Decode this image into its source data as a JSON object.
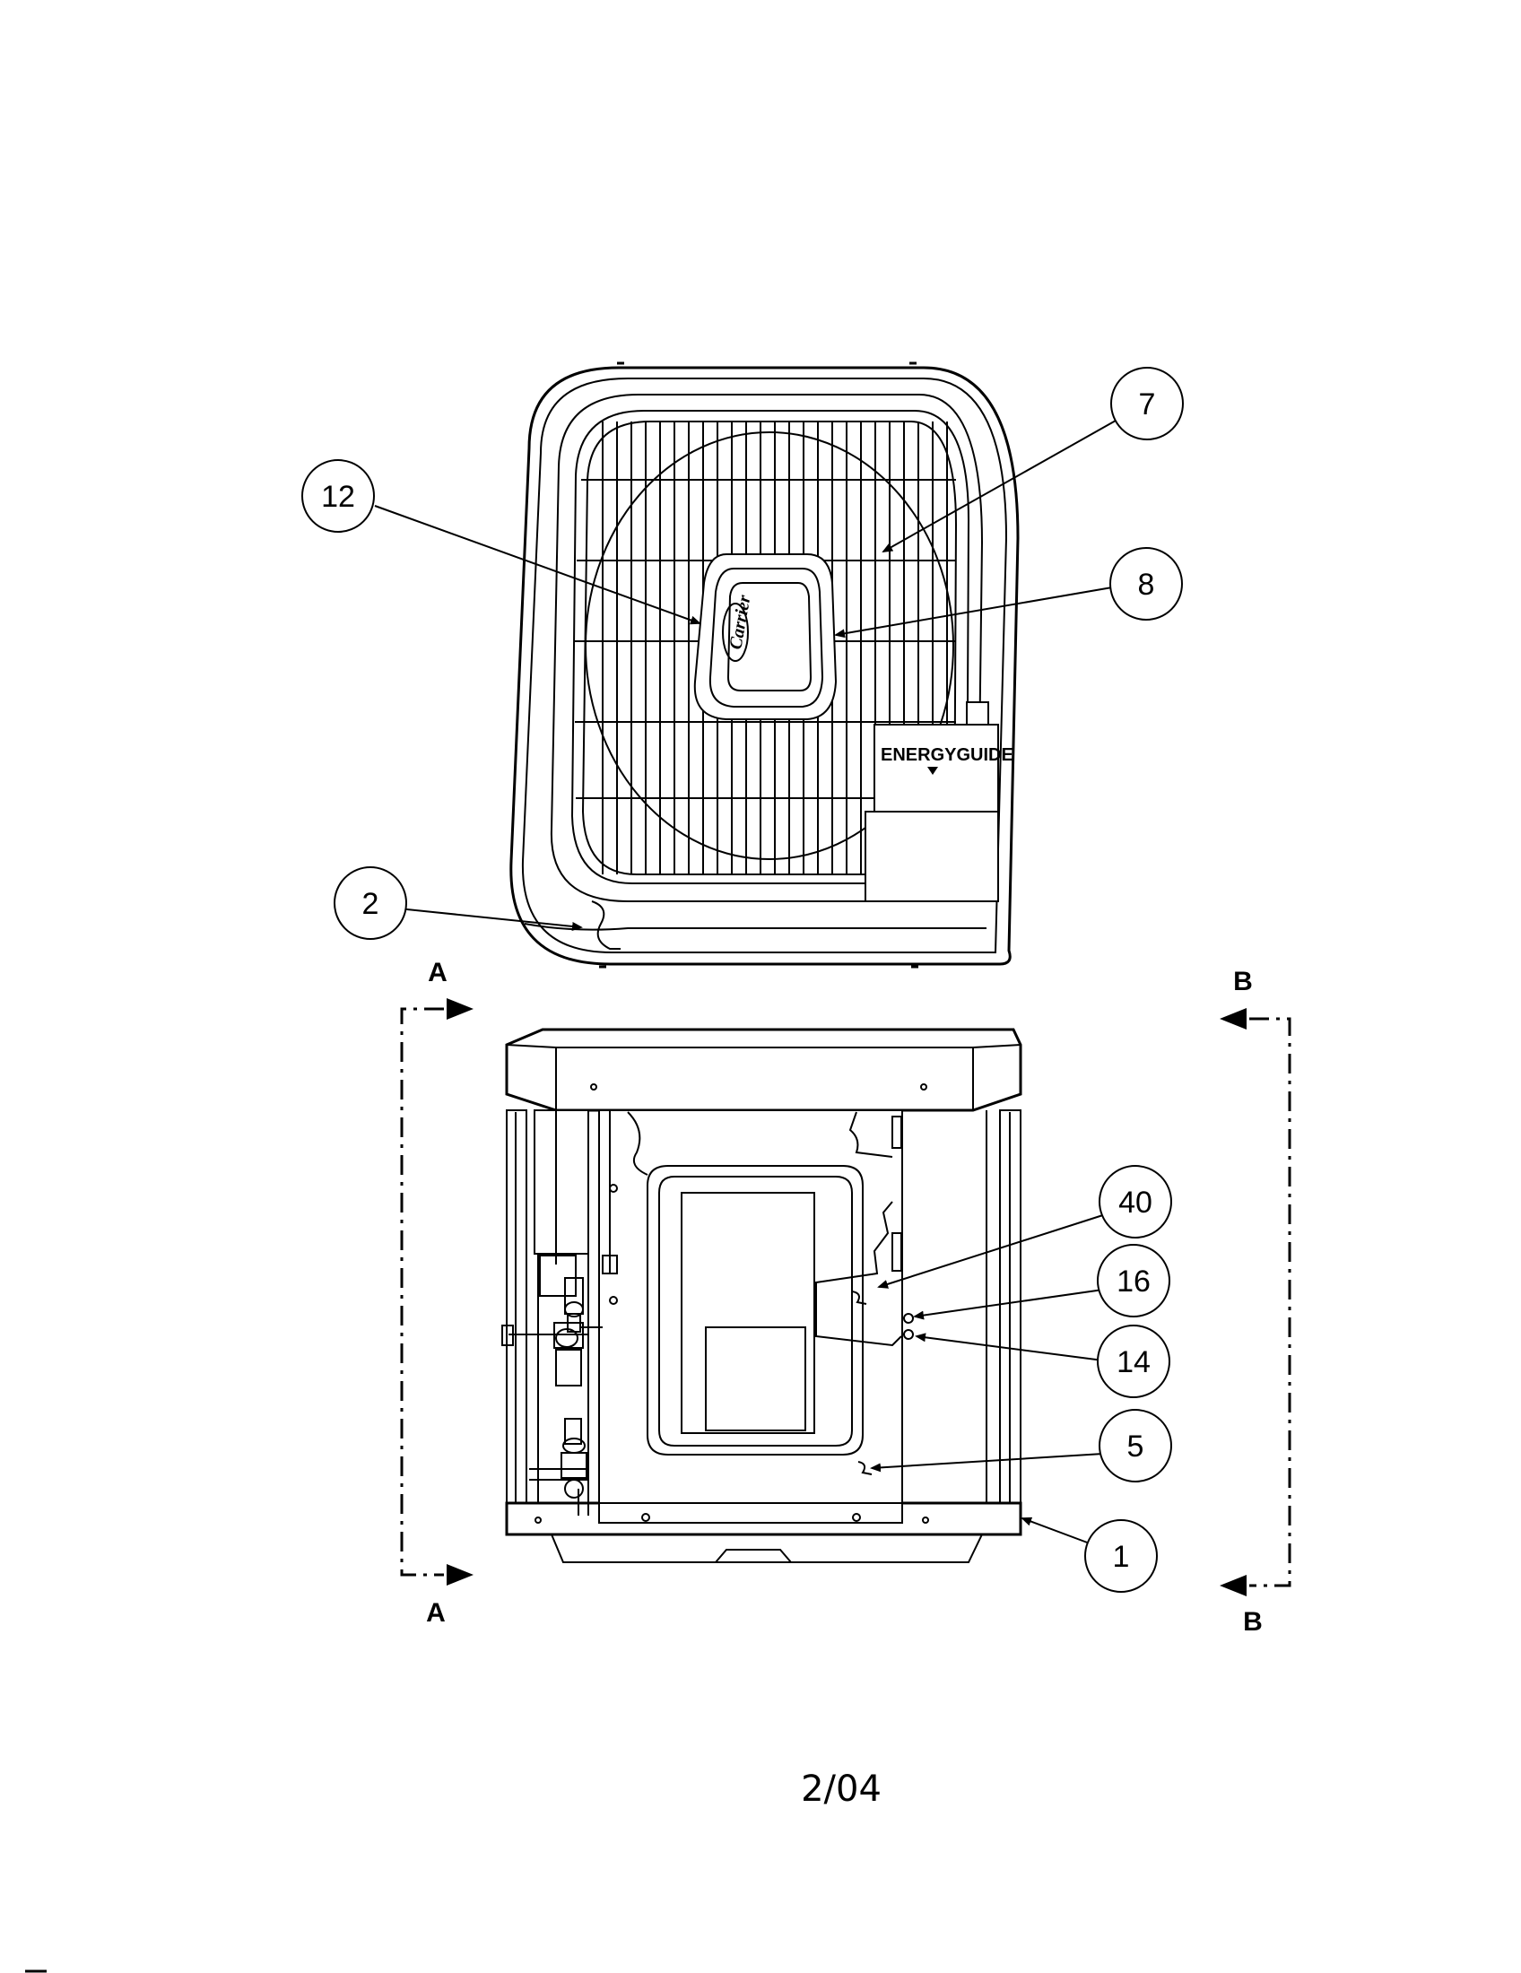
{
  "callouts": {
    "c12": "12",
    "c7": "7",
    "c8": "8",
    "c2": "2",
    "c40": "40",
    "c16": "16",
    "c14": "14",
    "c5": "5",
    "c1": "1"
  },
  "section_markers": {
    "a_top": "A",
    "a_bottom": "A",
    "b_top": "B",
    "b_bottom": "B"
  },
  "labels": {
    "energyguide": "ENERGYGUIDE",
    "brand_logo": "Carrier"
  },
  "footer": {
    "date_code": "2/04"
  }
}
